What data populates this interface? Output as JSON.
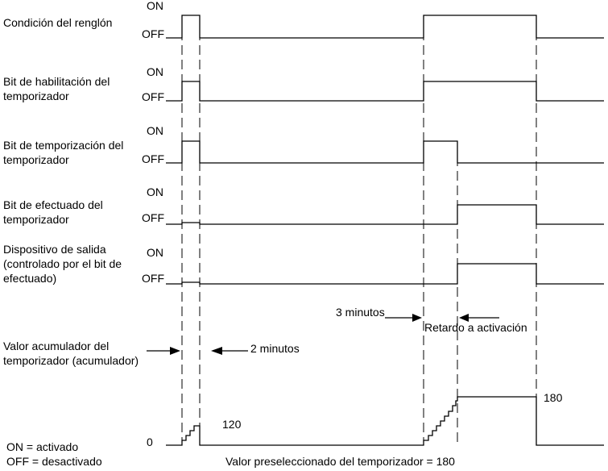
{
  "rows": [
    {
      "label_lines": [
        "Condición del renglón"
      ],
      "on": "ON",
      "off": "OFF"
    },
    {
      "label_lines": [
        "Bit de habilitación del",
        "temporizador"
      ],
      "on": "ON",
      "off": "OFF"
    },
    {
      "label_lines": [
        "Bit de temporización del",
        "temporizador"
      ],
      "on": "ON",
      "off": "OFF"
    },
    {
      "label_lines": [
        "Bit de efectuado del",
        "temporizador"
      ],
      "on": "ON",
      "off": "OFF"
    },
    {
      "label_lines": [
        "Dispositivo de salida",
        "(controlado por el bit de",
        "efectuado)"
      ],
      "on": "ON",
      "off": "OFF"
    }
  ],
  "accumulator": {
    "label_lines": [
      "Valor acumulador del",
      "temporizador (acumulador)"
    ],
    "zero": "0",
    "value_120": "120",
    "value_180": "180"
  },
  "annotations": {
    "two_minutes": "2 minutos",
    "three_minutes": "3 minutos",
    "on_delay": "Retardo a activación",
    "preset": "Valor preseleccionado del temporizador = 180"
  },
  "legend": {
    "on_line": "ON = activado",
    "off_line": "OFF = desactivado"
  }
}
